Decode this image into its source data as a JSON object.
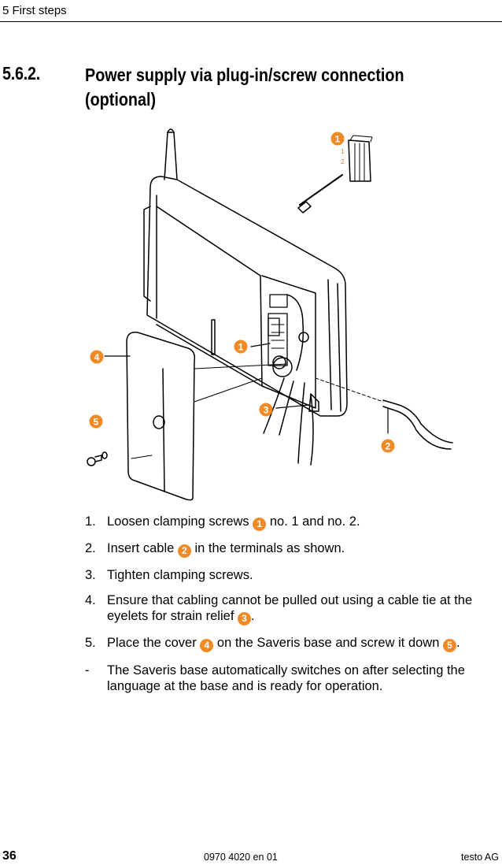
{
  "header": {
    "chapter": "5 First steps"
  },
  "section": {
    "number": "5.6.2.",
    "title": "Power supply via plug-in/screw connection (optional)"
  },
  "figure": {
    "callouts": [
      "1",
      "2",
      "3",
      "4",
      "5"
    ],
    "terminal_labels": [
      "1",
      "2"
    ],
    "callout_color": "#f08a24"
  },
  "steps": [
    {
      "num": "1.",
      "before": "Loosen clamping screws ",
      "callout": "1",
      "after": " no. 1 and no. 2."
    },
    {
      "num": "2.",
      "before": "Insert cable ",
      "callout": "2",
      "after": " in the terminals as shown."
    },
    {
      "num": "3.",
      "before": "Tighten clamping screws.",
      "callout": "",
      "after": ""
    },
    {
      "num": "4.",
      "before": "Ensure that cabling cannot be pulled out using a cable tie at the eyelets for strain relief ",
      "callout": "3",
      "after": "."
    },
    {
      "num": "5.",
      "before": "Place the cover ",
      "callout": "4",
      "after": " on the Saveris base and screw it down ",
      "callout2": "5",
      "after2": "."
    },
    {
      "num": "-",
      "before": "The Saveris base automatically switches on after selecting the language at the base and is ready for operation.",
      "callout": "",
      "after": ""
    }
  ],
  "footer": {
    "page_number": "36",
    "doc_number": "0970 4020 en 01",
    "company": "testo AG"
  }
}
